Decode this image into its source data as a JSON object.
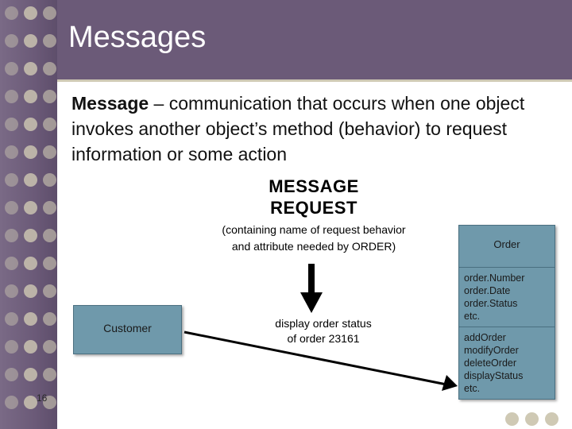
{
  "slide": {
    "title": "Messages",
    "number": "16",
    "body": {
      "lead": "Message",
      "rest": " – communication that occurs when one object invokes another object’s method (behavior) to request information or some action"
    }
  },
  "figure": {
    "title_line1": "MESSAGE",
    "title_line2": "REQUEST",
    "subtitle_line1": "(containing name of request behavior",
    "subtitle_line2": "and attribute needed by ORDER)",
    "customer_box": {
      "label": "Customer"
    },
    "order_box": {
      "name": "Order",
      "attributes": [
        "order.Number",
        "order.Date",
        "order.Status",
        "etc."
      ],
      "operations": [
        "addOrder",
        "modifyOrder",
        "deleteOrder",
        "displayStatus",
        "etc."
      ]
    },
    "arrow_label_line1": "display order status",
    "arrow_label_line2": "of order 23161"
  },
  "colors": {
    "band": "#6b5a78",
    "dots": "#cfc9b4",
    "box_fill": "#6f99ab",
    "box_border": "#4a6f80"
  }
}
